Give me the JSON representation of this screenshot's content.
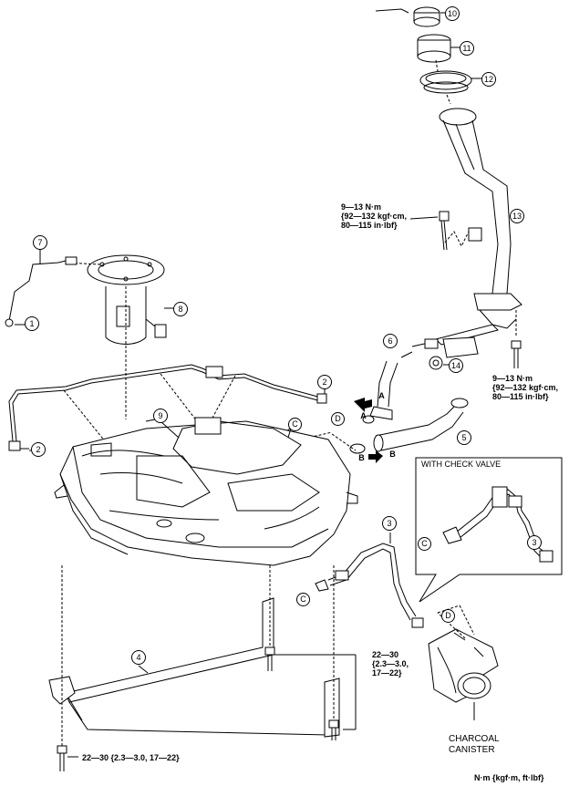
{
  "callouts": [
    "1",
    "2",
    "2",
    "3",
    "3",
    "4",
    "5",
    "6",
    "7",
    "8",
    "9",
    "10",
    "11",
    "12",
    "13",
    "14"
  ],
  "letters": [
    "A",
    "A",
    "B",
    "B",
    "C",
    "C",
    "C",
    "D",
    "D"
  ],
  "torque_top": [
    "9—13 N·m",
    "{92—132 kgf·cm,",
    "80—115 in·lbf}"
  ],
  "torque_right": [
    "9—13 N·m",
    "{92—132 kgf·cm,",
    "80—115 in·lbf}"
  ],
  "torque_mid": [
    "22—30",
    "{2.3—3.0,",
    "17—22}"
  ],
  "torque_bottom": "22—30 {2.3—3.0, 17—22}",
  "check_valve_title": "WITH CHECK VALVE",
  "canister_label": [
    "CHARCOAL",
    "CANISTER"
  ],
  "units_note": "N·m {kgf·m, ft·lbf}"
}
